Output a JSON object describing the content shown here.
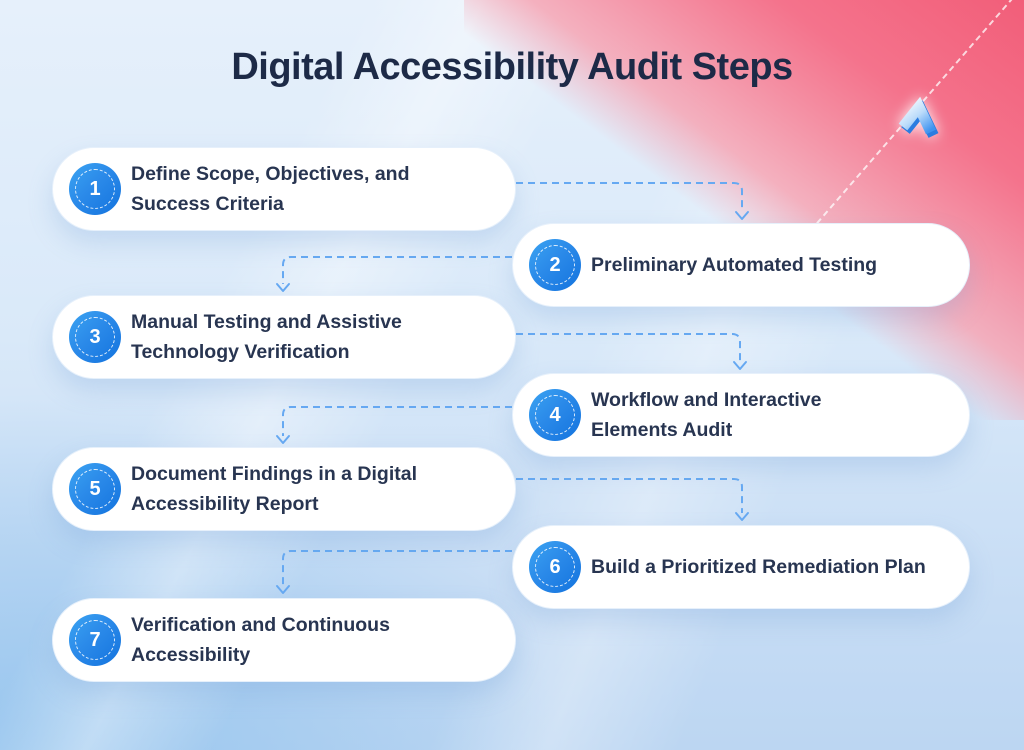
{
  "title": "Digital Accessibility Audit Steps",
  "colors": {
    "title_text": "#1d2a47",
    "step_text": "#283551",
    "badge_blue": "#2b8ae9",
    "connector_blue": "#66a9f2",
    "background_blue": "#d9e9f9",
    "background_pink": "#f25e79",
    "card_white": "#ffffff"
  },
  "steps": [
    {
      "number": "1",
      "side": "left",
      "lines": [
        "Define Scope, Objectives, and",
        "Success Criteria"
      ]
    },
    {
      "number": "2",
      "side": "right",
      "lines": [
        "Preliminary Automated Testing"
      ]
    },
    {
      "number": "3",
      "side": "left",
      "lines": [
        "Manual Testing and Assistive",
        "Technology Verification"
      ]
    },
    {
      "number": "4",
      "side": "right",
      "lines": [
        "Workflow and Interactive",
        "Elements Audit"
      ]
    },
    {
      "number": "5",
      "side": "left",
      "lines": [
        "Document Findings in a Digital",
        "Accessibility Report"
      ]
    },
    {
      "number": "6",
      "side": "right",
      "lines": [
        "Build a Prioritized Remediation Plan"
      ]
    },
    {
      "number": "7",
      "side": "left",
      "lines": [
        "Verification and Continuous",
        "Accessibility"
      ]
    }
  ]
}
